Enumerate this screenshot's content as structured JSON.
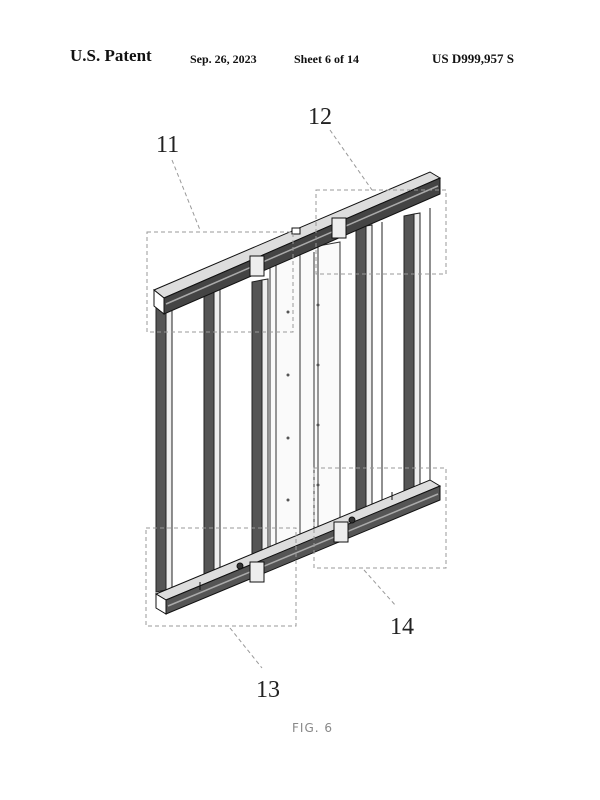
{
  "header": {
    "patent_label": "U.S. Patent",
    "date": "Sep. 26, 2023",
    "sheet": "Sheet 6 of 14",
    "patent_number": "US D999,957 S"
  },
  "references": {
    "r11": "11",
    "r12": "12",
    "r13": "13",
    "r14": "14"
  },
  "figure_label": "FIG. 6"
}
